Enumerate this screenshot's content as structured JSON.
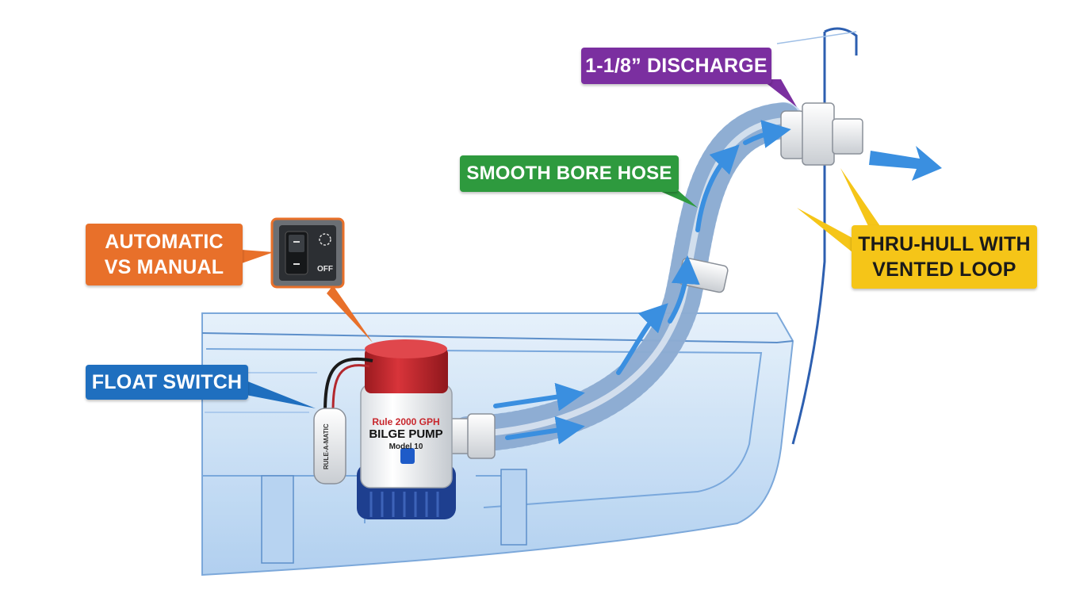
{
  "callouts": {
    "discharge": {
      "text": "1-1/8” DISCHARGE",
      "color": "#7b2fa0"
    },
    "hose": {
      "text": "SMOOTH BORE HOSE",
      "color": "#2e9a3e"
    },
    "switch_mode": {
      "line1": "AUTOMATIC",
      "line2": "VS MANUAL",
      "color": "#e8702a"
    },
    "float": {
      "text": "FLOAT SWITCH",
      "color": "#1f6fbf"
    },
    "thru_hull": {
      "line1": "THRU-HULL WITH",
      "line2": "VENTED LOOP",
      "color": "#f5c518",
      "text_color": "#1a1a1a"
    }
  },
  "pump": {
    "line1": "Rule 2000 GPH",
    "line2": "BILGE PUMP",
    "line3": "Model 10",
    "cap_color": "#c8262c",
    "base_color": "#1e3f8f"
  },
  "control_switch": {
    "off_label": "OFF"
  },
  "float_switch": {
    "label": "RULE-A-MATIC"
  },
  "colors": {
    "flow_arrow": "#3a8fe0",
    "hull": "#cfe3f7"
  }
}
